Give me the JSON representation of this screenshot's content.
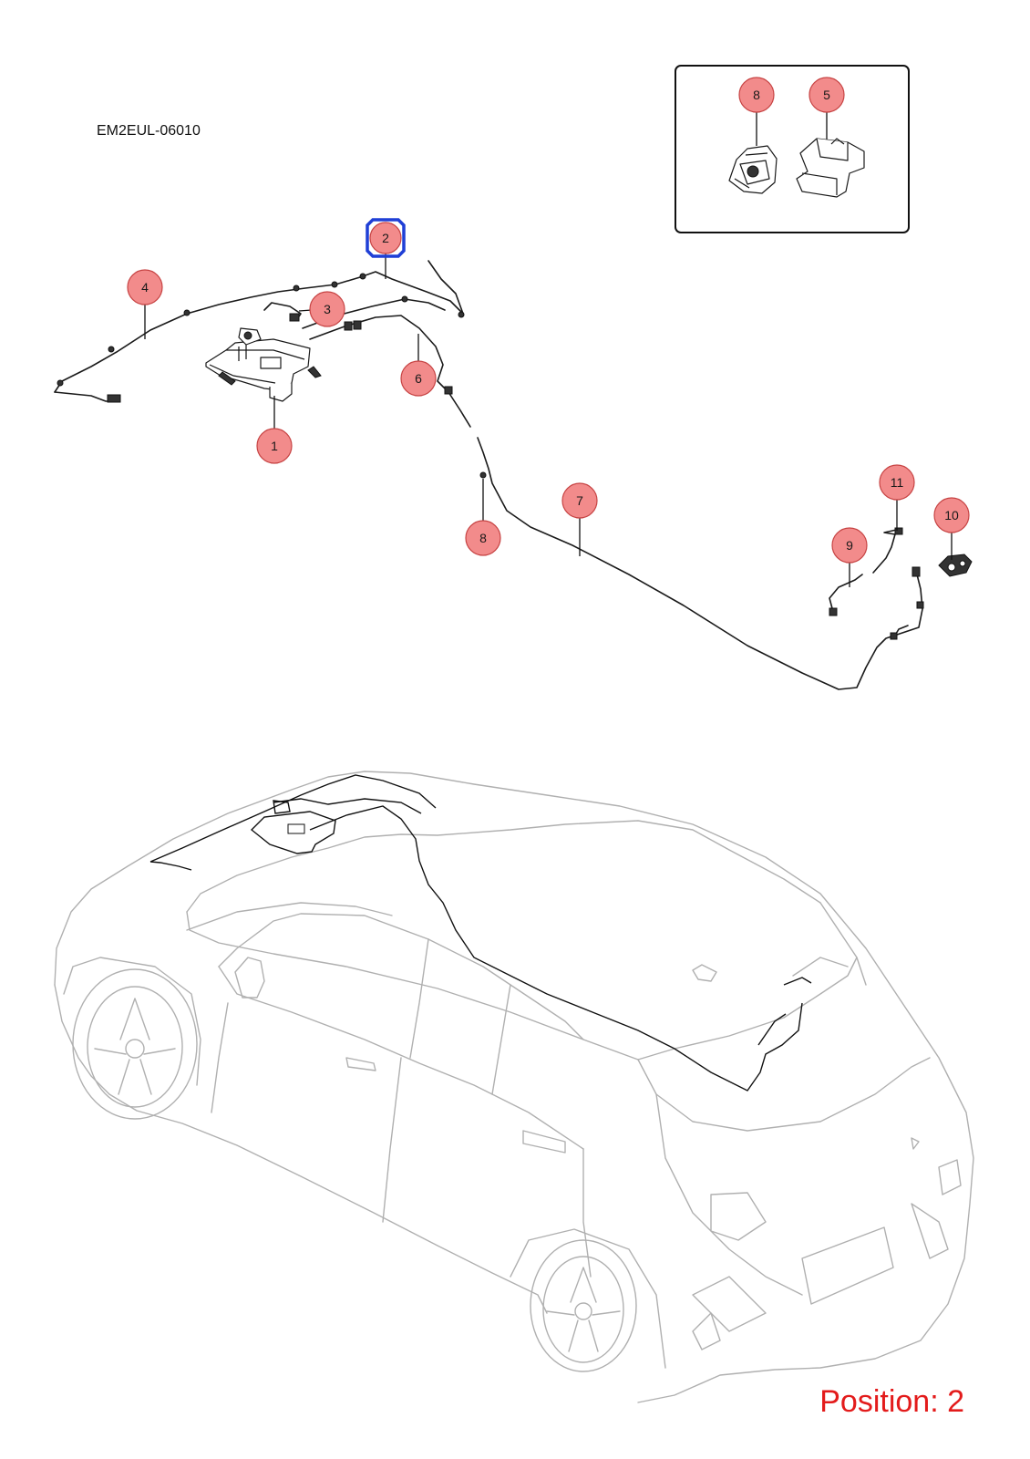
{
  "document_code": "EM2EUL-06010",
  "position_label": "Position: 2",
  "highlighted_callout": "2",
  "colors": {
    "callout_fill": "#f28b8b",
    "highlight": "#1f3fd6",
    "position_text": "#e31b1b"
  },
  "callouts": {
    "c1": "1",
    "c2": "2",
    "c3": "3",
    "c4": "4",
    "c6": "6",
    "c7": "7",
    "c8": "8",
    "c9": "9",
    "c10": "10",
    "c11": "11"
  },
  "inset_callouts": {
    "c8": "8",
    "c5": "5"
  }
}
